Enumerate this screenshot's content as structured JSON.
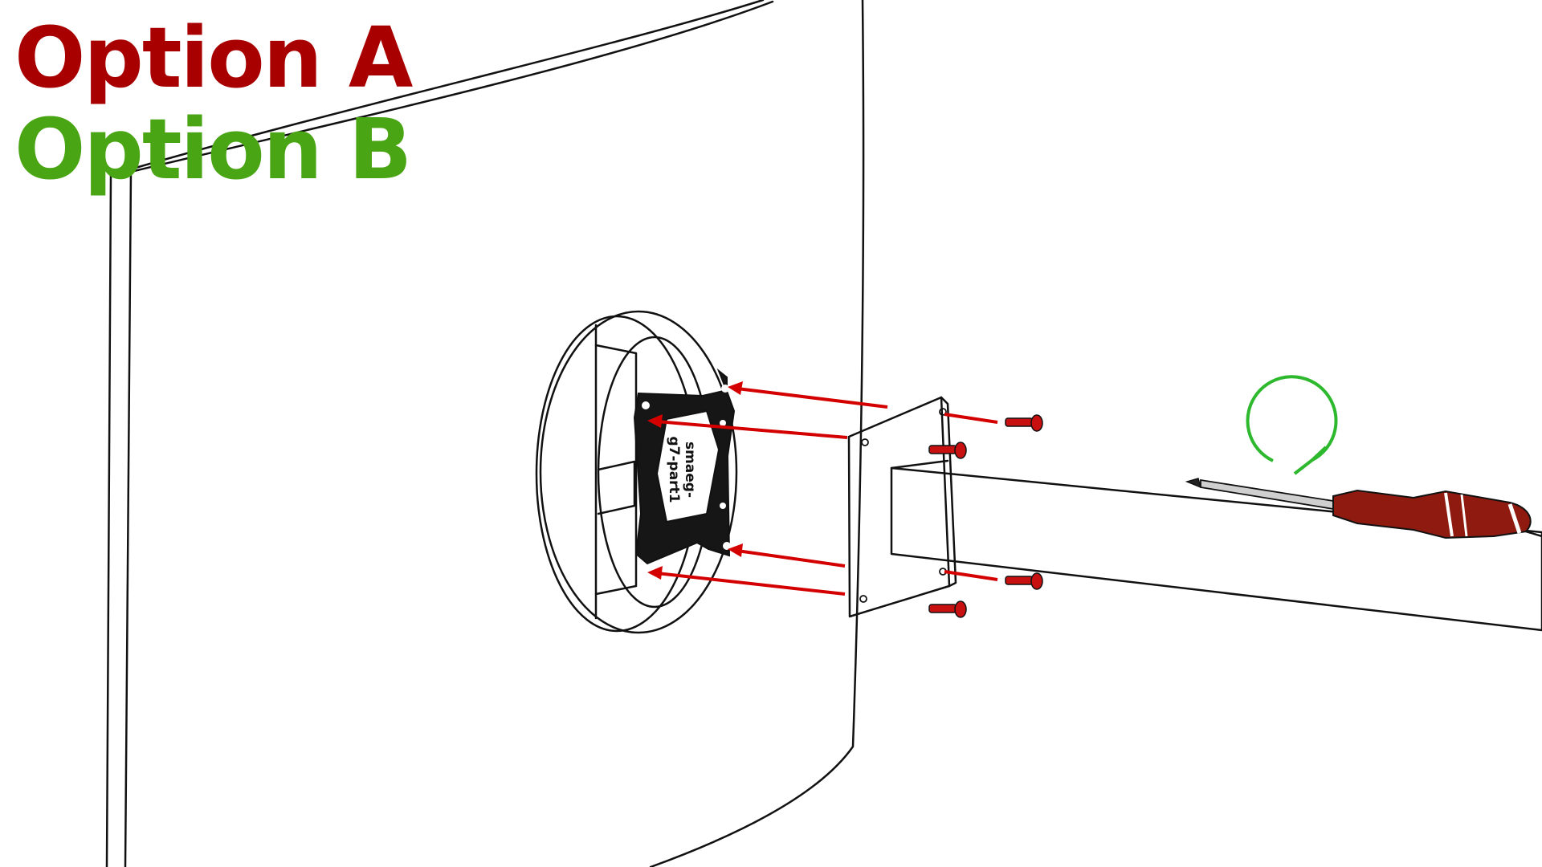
{
  "labels": {
    "option_a": "Option A",
    "option_b": "Option B"
  },
  "plate_text": {
    "line1": "smaeg-",
    "line2": "g7-part1"
  },
  "colors": {
    "option_a": "#a80000",
    "option_b": "#4aa514",
    "arrow": "#d40000",
    "screw": "#c81010",
    "rotate_arrow": "#2db82d",
    "screwdriver_handle": "#8e1a10",
    "outline": "#111111"
  },
  "icons": {
    "rotation": "clockwise-rotate-icon",
    "tool": "screwdriver-icon",
    "fastener": "screw-icon"
  }
}
